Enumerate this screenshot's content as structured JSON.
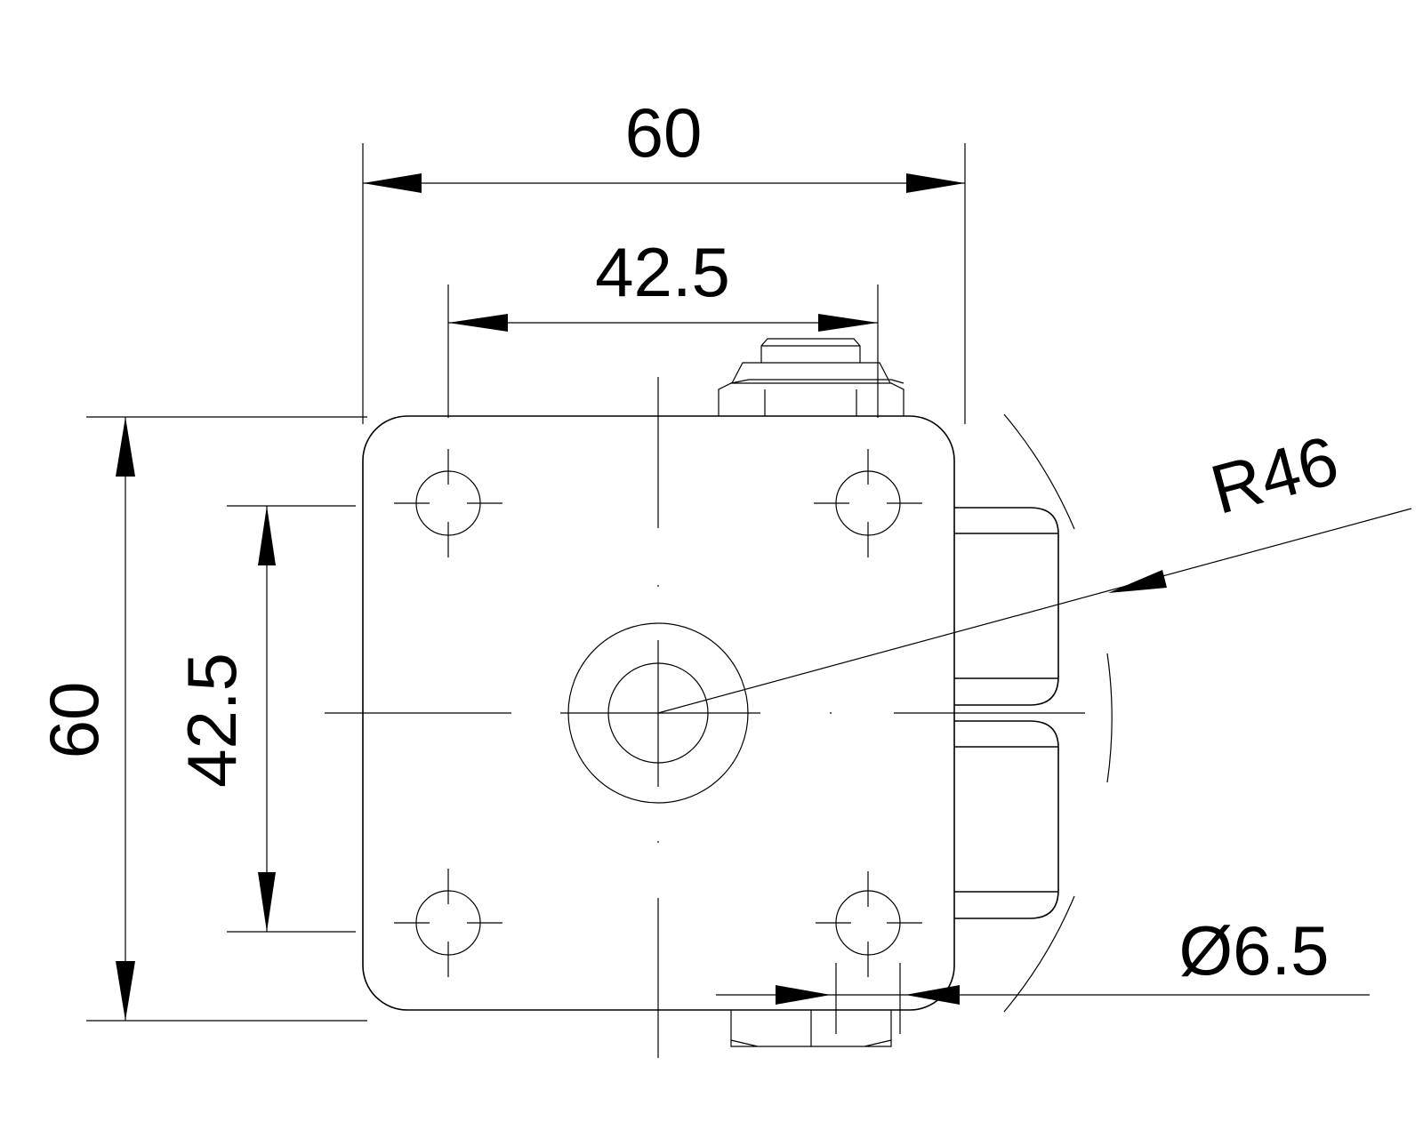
{
  "drawing": {
    "dimensions": {
      "overall_width": "60",
      "hole_spacing_width": "42.5",
      "overall_height": "60",
      "hole_spacing_height": "42.5",
      "radius": "R46",
      "hole_diameter": "Ø6.5"
    },
    "colors": {
      "line": "#000000",
      "background": "#ffffff"
    }
  }
}
